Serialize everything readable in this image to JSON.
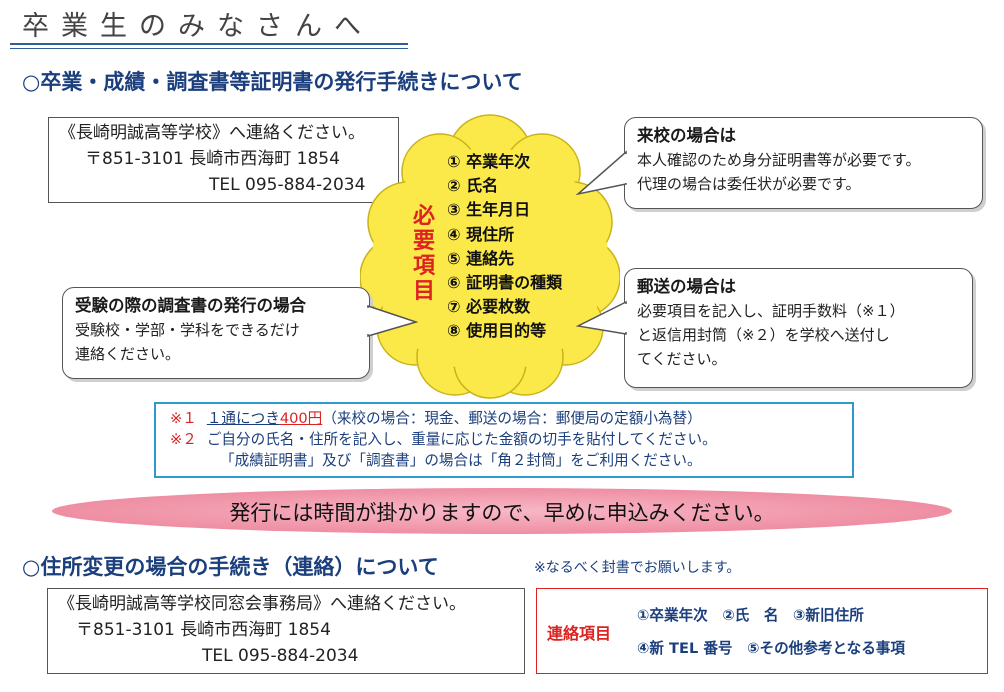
{
  "page_title": "卒業生のみなさんへ",
  "section1": {
    "heading": "○卒業・成績・調査書等証明書の発行手続きについて",
    "school_contact": {
      "line1": "《長崎明誠高等学校》へ連絡ください。",
      "address": "〒851-3101 長崎市西海町 1854",
      "tel": "TEL 095-884-2034"
    },
    "required": {
      "label_chars": [
        "必",
        "要",
        "項",
        "目"
      ],
      "items": [
        "① 卒業年次",
        "② 氏名",
        "③ 生年月日",
        "④ 現住所",
        "⑤ 連絡先",
        "⑥ 証明書の種類",
        "⑦ 必要枚数",
        "⑧ 使用目的等"
      ]
    },
    "callout_visit": {
      "title": "来校の場合は",
      "line1": "本人確認のため身分証明書等が必要です。",
      "line2": "代理の場合は委任状が必要です。"
    },
    "callout_exam": {
      "title": "受験の際の調査書の発行の場合",
      "line1": "受験校・学部・学科をできるだけ",
      "line2": "連絡ください。"
    },
    "callout_mail": {
      "title": "郵送の場合は",
      "line1": "必要項目を記入し、証明手数料（※１）",
      "line2": "と返信用封筒（※２）を学校へ送付し",
      "line3": "てください。"
    },
    "notes": {
      "n1_mark": "※１",
      "n1_pre": "１通につき",
      "n1_price": "400円",
      "n1_post": "（来校の場合：現金、郵送の場合：郵便局の定額小為替）",
      "n2_mark": "※２",
      "n2_text": "ご自分の氏名・住所を記入し、重量に応じた金額の切手を貼付してください。",
      "n3_text": "「成績証明書」及び「調査書」の場合は「角２封筒」をご利用ください。"
    },
    "banner": "発行には時間が掛かりますので、早めに申込みください。"
  },
  "section2": {
    "heading": "○住所変更の場合の手続き（連絡）について",
    "note": "※なるべく封書でお願いします。",
    "alumni_contact": {
      "line1": "《長崎明誠高等学校同窓会事務局》へ連絡ください。",
      "address": "〒851-3101 長崎市西海町 1854",
      "tel": "TEL 095-884-2034"
    },
    "contact_items": {
      "label": "連絡項目",
      "row1": "①卒業年次　②氏　名　③新旧住所",
      "row2": "④新 TEL 番号　⑤その他参考となる事項"
    }
  },
  "colors": {
    "heading_blue": "#1b3f7d",
    "accent_red": "#dd2222",
    "cloud_yellow": "#fbe94a",
    "banner_pink": "#ef8ea3",
    "notes_border": "#2e9ad0"
  }
}
